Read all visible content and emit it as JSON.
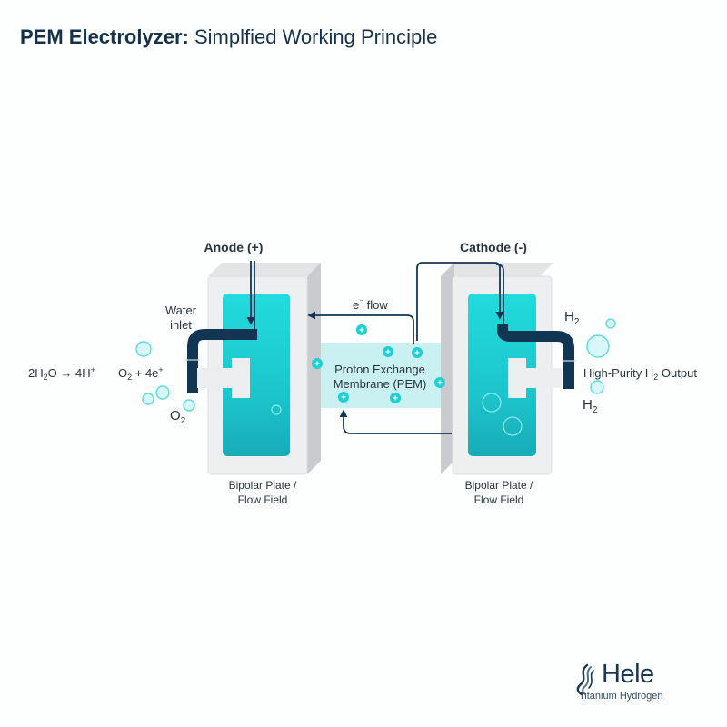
{
  "title": {
    "bold": "PEM Electrolyzer:",
    "regular": "Simplfied Working Principle"
  },
  "labels": {
    "anode": "Anode (+)",
    "cathode": "Cathode (-)",
    "water_inlet_line1": "Water",
    "water_inlet_line2": "inlet",
    "reaction_left": "2H",
    "reaction_left_sub": "2",
    "reaction_left_tail": "O → 4H",
    "reaction_left_sup": "+",
    "reaction_right_o": "O",
    "reaction_right_sub": "2",
    "reaction_right_tail": " + 4e",
    "reaction_right_sup": "+",
    "o2": "O",
    "o2_sub": "2",
    "e_flow": "e",
    "e_flow_sup": "⁻",
    "e_flow_tail": " flow",
    "pem_line1": "Proton Exchange",
    "pem_line2": "Membrane (PEM)",
    "h2_top": "H",
    "h2_top_sub": "2",
    "h2_output_a": "High-Purity H",
    "h2_output_sub": "2",
    "h2_output_b": " Output",
    "h2_bottom": "H",
    "h2_bottom_sub": "2",
    "plate_left_line1": "Bipolar Plate /",
    "plate_left_line2": "Flow Field",
    "plate_right_line1": "Bipolar Plate /",
    "plate_right_line2": "Flow Field",
    "proton_symbol": "+"
  },
  "logo": {
    "name": "Hele",
    "tagline": "Titanium Hydrogen"
  },
  "colors": {
    "teal": "#1fcfd3",
    "teal_dark": "#17aeb8",
    "navy": "#123553",
    "plate": "#eeeff0",
    "pem": "#bfeef0"
  }
}
